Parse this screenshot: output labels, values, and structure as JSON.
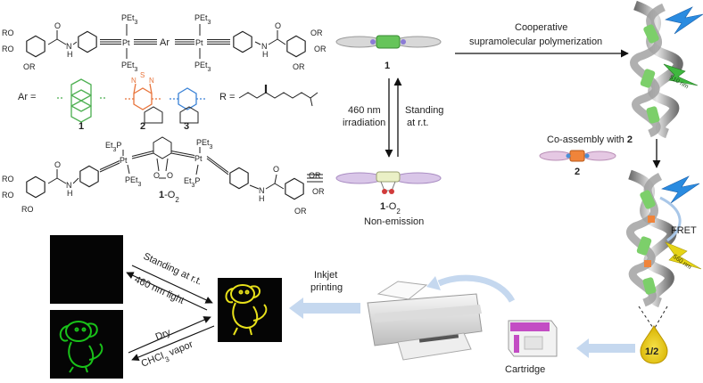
{
  "colors": {
    "anthracene": "#4caf50",
    "benzothiadiazole": "#e8743b",
    "benzene": "#3b82d6",
    "helix_green": "#7ccf6a",
    "emission_yellow": "#e6c619",
    "dog_green": "#19c219",
    "dog_yellow": "#e8e11a",
    "pale_arrow": "#c5d8ef",
    "excite_blue": "#2a8be0",
    "cartridge_magenta": "#c34cc4"
  },
  "structures": {
    "top": {
      "ro_left": [
        "RO",
        "RO",
        "OR"
      ],
      "ro_right": [
        "OR",
        "OR",
        "OR"
      ],
      "carbonyl": "O",
      "amide": "N",
      "amide_h": "H",
      "pet3": "PEt",
      "pet3_sub": "3",
      "pt": "Pt",
      "ar": "Ar"
    },
    "ar_definition": "Ar =",
    "ar_labels": [
      "1",
      "2",
      "3"
    ],
    "heteroatoms": {
      "n1": "N",
      "s": "S",
      "n2": "N"
    },
    "r_definition": "R =",
    "bottom": {
      "et3p": "Et",
      "et3p_sub": "3",
      "et3p_end": "P",
      "pet3": "PEt",
      "pet3_sub": "3",
      "pt": "Pt",
      "peroxide_o": "O",
      "compound": "1",
      "compound_suffix": "-O",
      "compound_sub": "2",
      "ro_left": [
        "RO",
        "RO",
        "RO"
      ],
      "ro_right": [
        "OR",
        "OR",
        "OR"
      ],
      "carbonyl": "O",
      "amide": "N",
      "amide_h": "H"
    }
  },
  "center": {
    "monomer_label": "1",
    "forward_label": [
      "460 nm",
      "irradiation"
    ],
    "reverse_label": [
      "Standing",
      "at r.t."
    ],
    "oxidized_label": "1",
    "oxidized_suffix": "-O",
    "oxidized_sub": "2",
    "nonemission": "Non-emission"
  },
  "right": {
    "polymerization": [
      "Cooperative",
      "supramolecular polymerization"
    ],
    "emission1": "510 nm",
    "coassembly": "Co-assembly with ",
    "coassembly_num": "2",
    "dopant_label": "2",
    "fret": "FRET",
    "emission2": "560 nm",
    "drop_label": "1/2"
  },
  "bottom": {
    "cartridge": "Cartridge",
    "inkjet": [
      "Inkjet",
      "printing"
    ],
    "arrow_top": [
      "Standing at r.t.",
      "460 nm light"
    ],
    "arrow_bottom_top": "Dry",
    "arrow_bottom": "CHCl",
    "arrow_bottom_sub": "3",
    "arrow_bottom_end": " vapor"
  }
}
